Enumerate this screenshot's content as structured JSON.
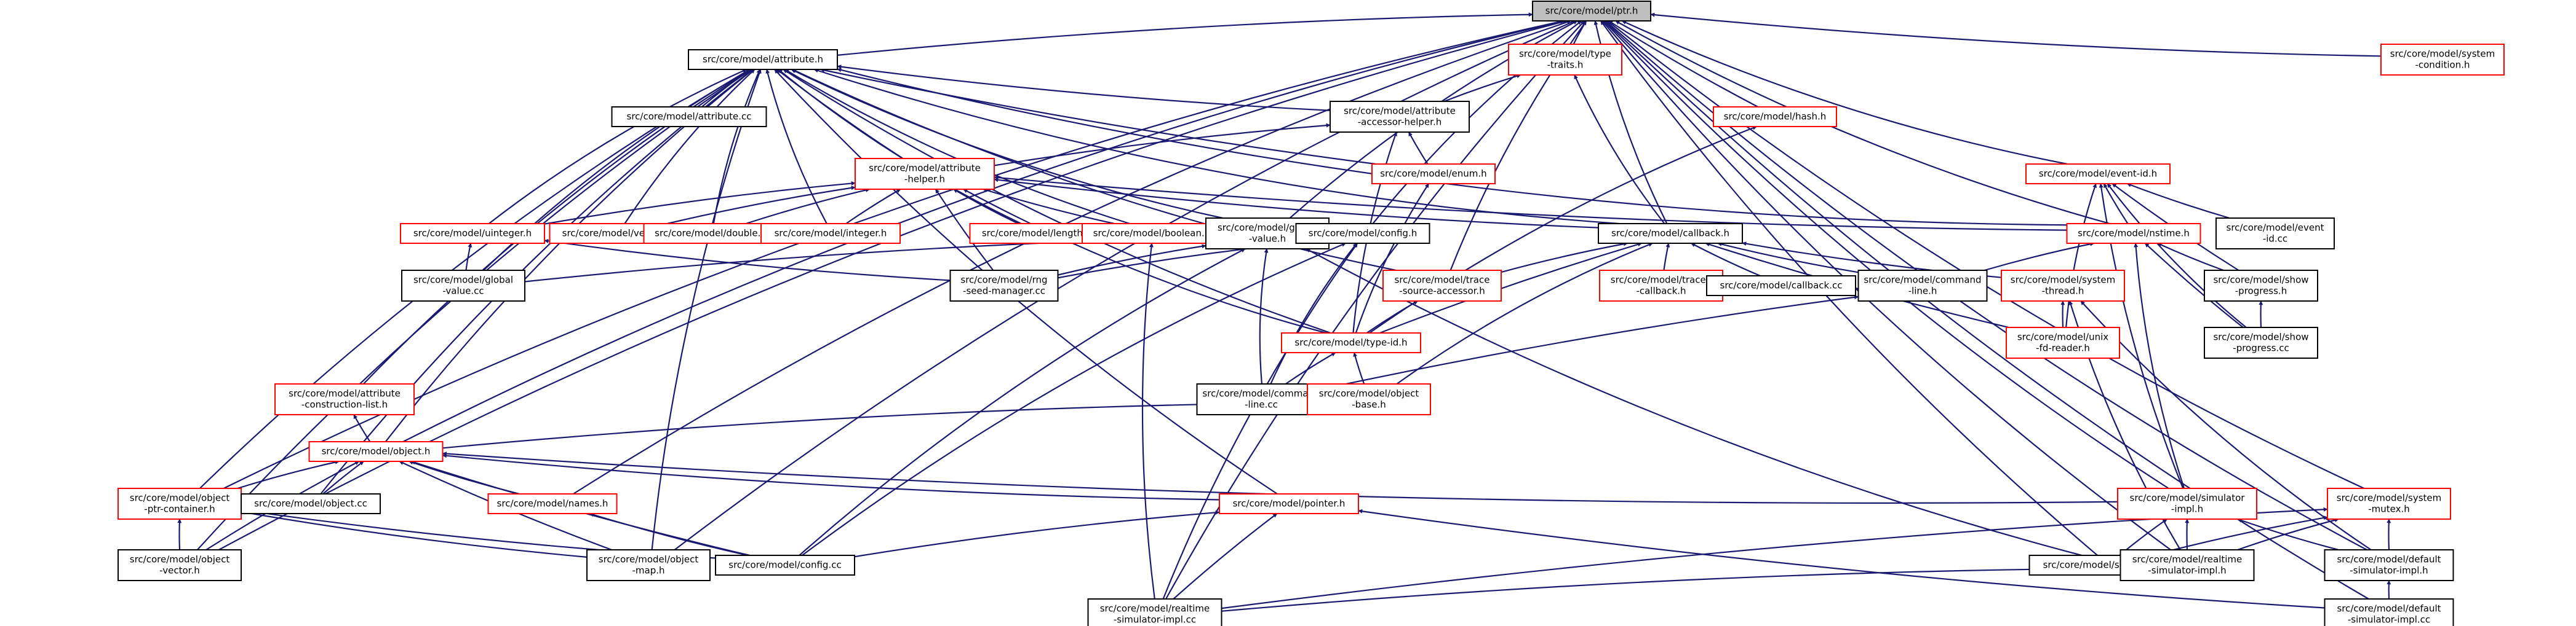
{
  "colors": {
    "edge": "#191970",
    "node_border_normal": "#000000",
    "node_border_red": "#ff0000",
    "node_fill": "#ffffff",
    "root_fill": "#bfbfbf",
    "text": "#000000"
  },
  "nodes": [
    {
      "id": "ptr",
      "lines": [
        "src/core/model/ptr.h"
      ],
      "style": "root"
    },
    {
      "id": "attribute",
      "lines": [
        "src/core/model/attribute.h"
      ],
      "style": "black"
    },
    {
      "id": "type_traits",
      "lines": [
        "src/core/model/type",
        "-traits.h"
      ],
      "style": "red"
    },
    {
      "id": "sys_cond",
      "lines": [
        "src/core/model/system",
        "-condition.h"
      ],
      "style": "red"
    },
    {
      "id": "hash",
      "lines": [
        "src/core/model/hash.h"
      ],
      "style": "red"
    },
    {
      "id": "attribute_cc",
      "lines": [
        "src/core/model/attribute.cc"
      ],
      "style": "black"
    },
    {
      "id": "accessor_helper",
      "lines": [
        "src/core/model/attribute",
        "-accessor-helper.h"
      ],
      "style": "black"
    },
    {
      "id": "attr_helper",
      "lines": [
        "src/core/model/attribute",
        "-helper.h"
      ],
      "style": "red"
    },
    {
      "id": "enum",
      "lines": [
        "src/core/model/enum.h"
      ],
      "style": "red"
    },
    {
      "id": "event_id",
      "lines": [
        "src/core/model/event-id.h"
      ],
      "style": "red"
    },
    {
      "id": "uinteger",
      "lines": [
        "src/core/model/uinteger.h"
      ],
      "style": "red"
    },
    {
      "id": "vector",
      "lines": [
        "src/core/model/vector.h"
      ],
      "style": "red"
    },
    {
      "id": "double",
      "lines": [
        "src/core/model/double.h"
      ],
      "style": "red"
    },
    {
      "id": "integer",
      "lines": [
        "src/core/model/integer.h"
      ],
      "style": "red"
    },
    {
      "id": "length",
      "lines": [
        "src/core/model/length.h"
      ],
      "style": "red"
    },
    {
      "id": "boolean",
      "lines": [
        "src/core/model/boolean.h"
      ],
      "style": "red"
    },
    {
      "id": "global_value_h",
      "lines": [
        "src/core/model/global",
        "-value.h"
      ],
      "style": "black"
    },
    {
      "id": "config_h",
      "lines": [
        "src/core/model/config.h"
      ],
      "style": "black"
    },
    {
      "id": "callback_h",
      "lines": [
        "src/core/model/callback.h"
      ],
      "style": "black"
    },
    {
      "id": "nstime",
      "lines": [
        "src/core/model/nstime.h"
      ],
      "style": "red"
    },
    {
      "id": "event_id_cc",
      "lines": [
        "src/core/model/event",
        "-id.cc"
      ],
      "style": "black"
    },
    {
      "id": "global_value_cc",
      "lines": [
        "src/core/model/global",
        "-value.cc"
      ],
      "style": "black"
    },
    {
      "id": "rng_seed",
      "lines": [
        "src/core/model/rng",
        "-seed-manager.cc"
      ],
      "style": "black"
    },
    {
      "id": "trace_src",
      "lines": [
        "src/core/model/trace",
        "-source-accessor.h"
      ],
      "style": "red"
    },
    {
      "id": "traced_cb",
      "lines": [
        "src/core/model/traced",
        "-callback.h"
      ],
      "style": "red"
    },
    {
      "id": "callback_cc",
      "lines": [
        "src/core/model/callback.cc"
      ],
      "style": "black"
    },
    {
      "id": "cmd_line_h",
      "lines": [
        "src/core/model/command",
        "-line.h"
      ],
      "style": "black"
    },
    {
      "id": "sys_thread",
      "lines": [
        "src/core/model/system",
        "-thread.h"
      ],
      "style": "red"
    },
    {
      "id": "show_prog_h",
      "lines": [
        "src/core/model/show",
        "-progress.h"
      ],
      "style": "black"
    },
    {
      "id": "show_prog_cc",
      "lines": [
        "src/core/model/show",
        "-progress.cc"
      ],
      "style": "black"
    },
    {
      "id": "type_id",
      "lines": [
        "src/core/model/type-id.h"
      ],
      "style": "red"
    },
    {
      "id": "unix_fd",
      "lines": [
        "src/core/model/unix",
        "-fd-reader.h"
      ],
      "style": "red"
    },
    {
      "id": "attr_constr",
      "lines": [
        "src/core/model/attribute",
        "-construction-list.h"
      ],
      "style": "red"
    },
    {
      "id": "cmd_line_cc",
      "lines": [
        "src/core/model/command",
        "-line.cc"
      ],
      "style": "black"
    },
    {
      "id": "object_base",
      "lines": [
        "src/core/model/object",
        "-base.h"
      ],
      "style": "red"
    },
    {
      "id": "object_h",
      "lines": [
        "src/core/model/object.h"
      ],
      "style": "red"
    },
    {
      "id": "obj_ptr_cont",
      "lines": [
        "src/core/model/object",
        "-ptr-container.h"
      ],
      "style": "red"
    },
    {
      "id": "object_cc",
      "lines": [
        "src/core/model/object.cc"
      ],
      "style": "black"
    },
    {
      "id": "names",
      "lines": [
        "src/core/model/names.h"
      ],
      "style": "red"
    },
    {
      "id": "pointer",
      "lines": [
        "src/core/model/pointer.h"
      ],
      "style": "red"
    },
    {
      "id": "sim_impl",
      "lines": [
        "src/core/model/simulator",
        "-impl.h"
      ],
      "style": "red"
    },
    {
      "id": "sys_mutex",
      "lines": [
        "src/core/model/system",
        "-mutex.h"
      ],
      "style": "red"
    },
    {
      "id": "obj_vector",
      "lines": [
        "src/core/model/object",
        "-vector.h"
      ],
      "style": "black"
    },
    {
      "id": "obj_map",
      "lines": [
        "src/core/model/object",
        "-map.h"
      ],
      "style": "black"
    },
    {
      "id": "config_cc",
      "lines": [
        "src/core/model/config.cc"
      ],
      "style": "black"
    },
    {
      "id": "simulator_cc",
      "lines": [
        "src/core/model/simulator.cc"
      ],
      "style": "black"
    },
    {
      "id": "rt_sim_impl_h",
      "lines": [
        "src/core/model/realtime",
        "-simulator-impl.h"
      ],
      "style": "black"
    },
    {
      "id": "def_sim_impl_h",
      "lines": [
        "src/core/model/default",
        "-simulator-impl.h"
      ],
      "style": "black"
    },
    {
      "id": "rt_sim_impl_cc",
      "lines": [
        "src/core/model/realtime",
        "-simulator-impl.cc"
      ],
      "style": "black"
    },
    {
      "id": "def_sim_impl_cc",
      "lines": [
        "src/core/model/default",
        "-simulator-impl.cc"
      ],
      "style": "black"
    }
  ],
  "edges": [
    [
      "attribute",
      "ptr"
    ],
    [
      "type_traits",
      "ptr"
    ],
    [
      "sys_cond",
      "ptr"
    ],
    [
      "hash",
      "ptr"
    ],
    [
      "event_id",
      "ptr"
    ],
    [
      "nstime",
      "ptr"
    ],
    [
      "callback_h",
      "ptr"
    ],
    [
      "global_value_h",
      "ptr"
    ],
    [
      "config_h",
      "ptr"
    ],
    [
      "trace_src",
      "ptr"
    ],
    [
      "object_h",
      "ptr"
    ],
    [
      "obj_ptr_cont",
      "ptr"
    ],
    [
      "obj_vector",
      "ptr"
    ],
    [
      "obj_map",
      "ptr"
    ],
    [
      "rt_sim_impl_cc",
      "ptr"
    ],
    [
      "names",
      "ptr"
    ],
    [
      "sim_impl",
      "ptr"
    ],
    [
      "sys_mutex",
      "ptr"
    ],
    [
      "def_sim_impl_h",
      "ptr"
    ],
    [
      "def_sim_impl_cc",
      "ptr"
    ],
    [
      "rt_sim_impl_h",
      "ptr"
    ],
    [
      "simulator_cc",
      "ptr"
    ],
    [
      "attribute_cc",
      "attribute"
    ],
    [
      "accessor_helper",
      "attribute"
    ],
    [
      "attr_helper",
      "attribute"
    ],
    [
      "enum",
      "attribute"
    ],
    [
      "uinteger",
      "attribute"
    ],
    [
      "vector",
      "attribute"
    ],
    [
      "double",
      "attribute"
    ],
    [
      "integer",
      "attribute"
    ],
    [
      "length",
      "attribute"
    ],
    [
      "boolean",
      "attribute"
    ],
    [
      "global_value_h",
      "attribute"
    ],
    [
      "callback_h",
      "attribute"
    ],
    [
      "nstime",
      "attribute"
    ],
    [
      "global_value_cc",
      "attribute"
    ],
    [
      "trace_src",
      "attribute"
    ],
    [
      "attr_constr",
      "attribute"
    ],
    [
      "object_h",
      "attribute"
    ],
    [
      "obj_ptr_cont",
      "attribute"
    ],
    [
      "object_cc",
      "attribute"
    ],
    [
      "obj_vector",
      "attribute"
    ],
    [
      "obj_map",
      "attribute"
    ],
    [
      "type_id",
      "attribute"
    ],
    [
      "pointer",
      "attribute"
    ],
    [
      "accessor_helper",
      "type_traits"
    ],
    [
      "callback_h",
      "type_traits"
    ],
    [
      "attr_helper",
      "accessor_helper"
    ],
    [
      "enum",
      "accessor_helper"
    ],
    [
      "type_id",
      "accessor_helper"
    ],
    [
      "uinteger",
      "attr_helper"
    ],
    [
      "vector",
      "attr_helper"
    ],
    [
      "double",
      "attr_helper"
    ],
    [
      "integer",
      "attr_helper"
    ],
    [
      "length",
      "attr_helper"
    ],
    [
      "boolean",
      "attr_helper"
    ],
    [
      "nstime",
      "attr_helper"
    ],
    [
      "rng_seed",
      "attr_helper"
    ],
    [
      "type_id",
      "attr_helper"
    ],
    [
      "callback_h",
      "attr_helper"
    ],
    [
      "type_id",
      "enum"
    ],
    [
      "type_id",
      "hash"
    ],
    [
      "nstime",
      "event_id"
    ],
    [
      "event_id_cc",
      "event_id"
    ],
    [
      "show_prog_h",
      "event_id"
    ],
    [
      "show_prog_cc",
      "event_id"
    ],
    [
      "sim_impl",
      "event_id"
    ],
    [
      "unix_fd",
      "event_id"
    ],
    [
      "global_value_cc",
      "uinteger"
    ],
    [
      "rng_seed",
      "uinteger"
    ],
    [
      "rt_sim_impl_cc",
      "boolean"
    ],
    [
      "global_value_cc",
      "global_value_h"
    ],
    [
      "rng_seed",
      "global_value_h"
    ],
    [
      "cmd_line_cc",
      "global_value_h"
    ],
    [
      "config_cc",
      "global_value_h"
    ],
    [
      "simulator_cc",
      "global_value_h"
    ],
    [
      "rng_seed",
      "config_h"
    ],
    [
      "config_cc",
      "config_h"
    ],
    [
      "cmd_line_cc",
      "config_h"
    ],
    [
      "rt_sim_impl_cc",
      "config_h"
    ],
    [
      "trace_src",
      "callback_h"
    ],
    [
      "traced_cb",
      "callback_h"
    ],
    [
      "callback_cc",
      "callback_h"
    ],
    [
      "cmd_line_h",
      "callback_h"
    ],
    [
      "sys_thread",
      "callback_h"
    ],
    [
      "unix_fd",
      "callback_h"
    ],
    [
      "type_id",
      "callback_h"
    ],
    [
      "object_base",
      "callback_h"
    ],
    [
      "cmd_line_h",
      "nstime"
    ],
    [
      "show_prog_h",
      "nstime"
    ],
    [
      "show_prog_cc",
      "nstime"
    ],
    [
      "sim_impl",
      "nstime"
    ],
    [
      "show_prog_cc",
      "show_prog_h"
    ],
    [
      "unix_fd",
      "sys_thread"
    ],
    [
      "rt_sim_impl_h",
      "sys_thread"
    ],
    [
      "def_sim_impl_h",
      "sys_thread"
    ],
    [
      "type_id",
      "trace_src"
    ],
    [
      "cmd_line_cc",
      "type_id"
    ],
    [
      "object_base",
      "type_id"
    ],
    [
      "cmd_line_cc",
      "cmd_line_h"
    ],
    [
      "object_h",
      "object_base"
    ],
    [
      "object_h",
      "attr_constr"
    ],
    [
      "obj_ptr_cont",
      "object_h"
    ],
    [
      "object_cc",
      "object_h"
    ],
    [
      "names",
      "object_h"
    ],
    [
      "pointer",
      "object_h"
    ],
    [
      "obj_vector",
      "object_h"
    ],
    [
      "obj_map",
      "object_h"
    ],
    [
      "config_cc",
      "object_h"
    ],
    [
      "sim_impl",
      "object_h"
    ],
    [
      "obj_vector",
      "obj_ptr_cont"
    ],
    [
      "obj_map",
      "obj_ptr_cont"
    ],
    [
      "config_cc",
      "obj_ptr_cont"
    ],
    [
      "config_cc",
      "names"
    ],
    [
      "config_cc",
      "pointer"
    ],
    [
      "rt_sim_impl_cc",
      "pointer"
    ],
    [
      "def_sim_impl_cc",
      "pointer"
    ],
    [
      "simulator_cc",
      "sim_impl"
    ],
    [
      "rt_sim_impl_h",
      "sim_impl"
    ],
    [
      "def_sim_impl_h",
      "sim_impl"
    ],
    [
      "simulator_cc",
      "sys_mutex"
    ],
    [
      "rt_sim_impl_h",
      "sys_mutex"
    ],
    [
      "def_sim_impl_h",
      "sys_mutex"
    ],
    [
      "rt_sim_impl_cc",
      "sys_mutex"
    ],
    [
      "rt_sim_impl_cc",
      "rt_sim_impl_h"
    ],
    [
      "def_sim_impl_cc",
      "def_sim_impl_h"
    ]
  ]
}
